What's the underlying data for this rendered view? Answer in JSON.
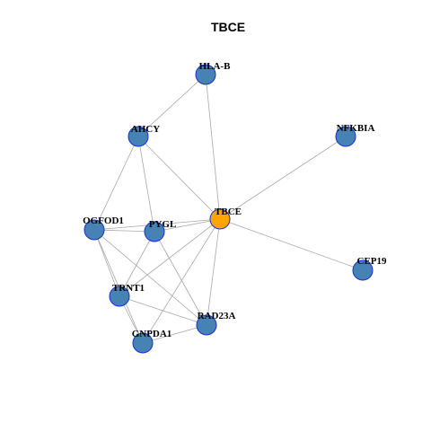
{
  "title": "TBCE",
  "colors": {
    "center_node": "#FFA500",
    "neighbor_node": "#4682B4",
    "node_border": "#1A2FCF",
    "edge": "#A8A8A8"
  },
  "nodes": [
    {
      "id": "HLA-B",
      "label": "HLA-B",
      "role": "neighbor"
    },
    {
      "id": "AHCY",
      "label": "AHCY",
      "role": "neighbor"
    },
    {
      "id": "NFKBIA",
      "label": "NFKBIA",
      "role": "neighbor"
    },
    {
      "id": "OGFOD1",
      "label": "OGFOD1",
      "role": "neighbor"
    },
    {
      "id": "PYGL",
      "label": "PYGL",
      "role": "neighbor"
    },
    {
      "id": "TBCE",
      "label": "TBCE",
      "role": "center"
    },
    {
      "id": "CEP19",
      "label": "CEP19",
      "role": "neighbor"
    },
    {
      "id": "TRNT1",
      "label": "TRNT1",
      "role": "neighbor"
    },
    {
      "id": "RAD23A",
      "label": "RAD23A",
      "role": "neighbor"
    },
    {
      "id": "GNPDA1",
      "label": "GNPDA1",
      "role": "neighbor"
    }
  ],
  "edges": [
    [
      "HLA-B",
      "AHCY"
    ],
    [
      "HLA-B",
      "TBCE"
    ],
    [
      "AHCY",
      "OGFOD1"
    ],
    [
      "AHCY",
      "PYGL"
    ],
    [
      "AHCY",
      "TBCE"
    ],
    [
      "NFKBIA",
      "TBCE"
    ],
    [
      "OGFOD1",
      "PYGL"
    ],
    [
      "OGFOD1",
      "TBCE"
    ],
    [
      "OGFOD1",
      "TRNT1"
    ],
    [
      "OGFOD1",
      "GNPDA1"
    ],
    [
      "OGFOD1",
      "RAD23A"
    ],
    [
      "PYGL",
      "TBCE"
    ],
    [
      "PYGL",
      "TRNT1"
    ],
    [
      "PYGL",
      "RAD23A"
    ],
    [
      "TBCE",
      "CEP19"
    ],
    [
      "TBCE",
      "TRNT1"
    ],
    [
      "TBCE",
      "RAD23A"
    ],
    [
      "TBCE",
      "GNPDA1"
    ],
    [
      "TRNT1",
      "RAD23A"
    ],
    [
      "TRNT1",
      "GNPDA1"
    ],
    [
      "RAD23A",
      "GNPDA1"
    ]
  ]
}
